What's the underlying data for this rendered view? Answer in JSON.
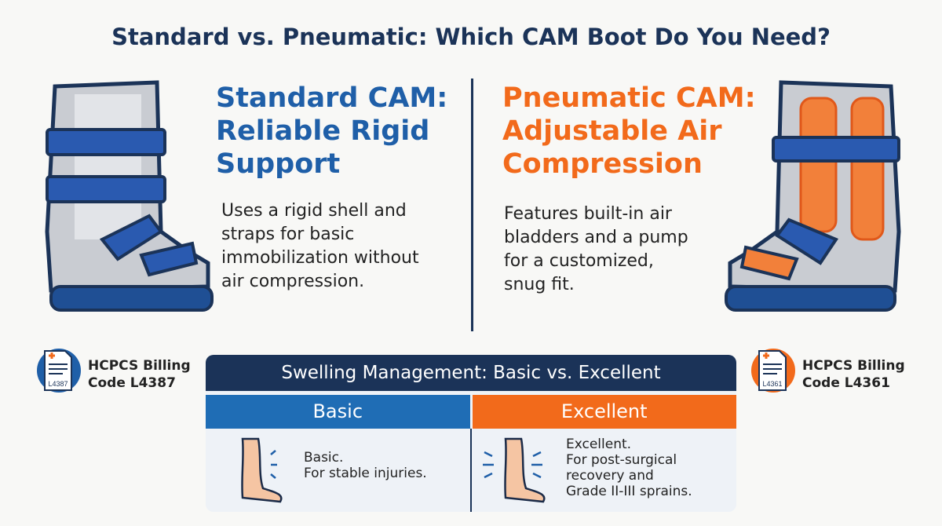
{
  "title": "Standard vs. Pneumatic: Which CAM Boot Do You Need?",
  "standard": {
    "heading": [
      "Standard CAM:",
      "Reliable Rigid",
      "Support"
    ],
    "body": [
      "Uses a rigid shell and",
      "straps for basic",
      "immobilization without",
      "air compression."
    ],
    "badge": {
      "line1": "HCPCS Billing",
      "line2": "Code L4387",
      "icon_label": "L4387"
    }
  },
  "pneumatic": {
    "heading": [
      "Pneumatic CAM:",
      "Adjustable Air",
      "Compression"
    ],
    "body": [
      "Features built-in air",
      "bladders and a pump",
      "for a customized,",
      "snug fit."
    ],
    "badge": {
      "line1": "HCPCS Billing",
      "line2": "Code L4361",
      "icon_label": "L4361"
    }
  },
  "table": {
    "title": "Swelling Management: Basic vs. Excellent",
    "columns": [
      "Basic",
      "Excellent"
    ],
    "basic": [
      "Basic.",
      "For stable injuries."
    ],
    "excellent": [
      "Excellent.",
      "For post-surgical",
      "recovery and",
      "Grade II-III sprains."
    ]
  },
  "colors": {
    "navy": "#1b3358",
    "blue": "#1f6db5",
    "orange": "#f26a1b"
  }
}
